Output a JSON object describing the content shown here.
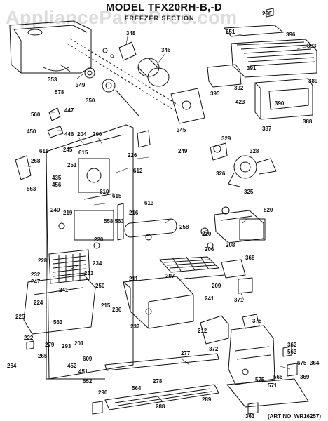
{
  "header": {
    "title": "MODEL TFX20RH-B,-D",
    "subtitle": "FREEZER SECTION",
    "watermark": "AppliancePartsPros.com"
  },
  "footer": {
    "art_number": "(ART NO. WR16257)"
  },
  "parts": [
    "256",
    "251",
    "396",
    "348",
    "346",
    "353",
    "393",
    "349",
    "391",
    "578",
    "350",
    "395",
    "392",
    "389",
    "447",
    "423",
    "390",
    "560",
    "388",
    "345",
    "387",
    "450",
    "446",
    "204",
    "200",
    "329",
    "611",
    "245",
    "249",
    "328",
    "268",
    "615",
    "226",
    "251",
    "435",
    "612",
    "326",
    "456",
    "610",
    "325",
    "563",
    "615",
    "613",
    "240",
    "219",
    "820",
    "216",
    "558,563",
    "258",
    "210",
    "220",
    "206",
    "208",
    "228",
    "234",
    "233",
    "368",
    "232",
    "207",
    "211",
    "247",
    "209",
    "241",
    "241",
    "250",
    "215",
    "371",
    "224",
    "236",
    "225",
    "563",
    "237",
    "375",
    "212",
    "372",
    "201",
    "222",
    "362",
    "293",
    "279",
    "563",
    "264",
    "265",
    "609",
    "277",
    "675",
    "364",
    "452",
    "451",
    "566",
    "571",
    "278",
    "290",
    "575",
    "552",
    "564",
    "369",
    "288",
    "289",
    "363"
  ]
}
